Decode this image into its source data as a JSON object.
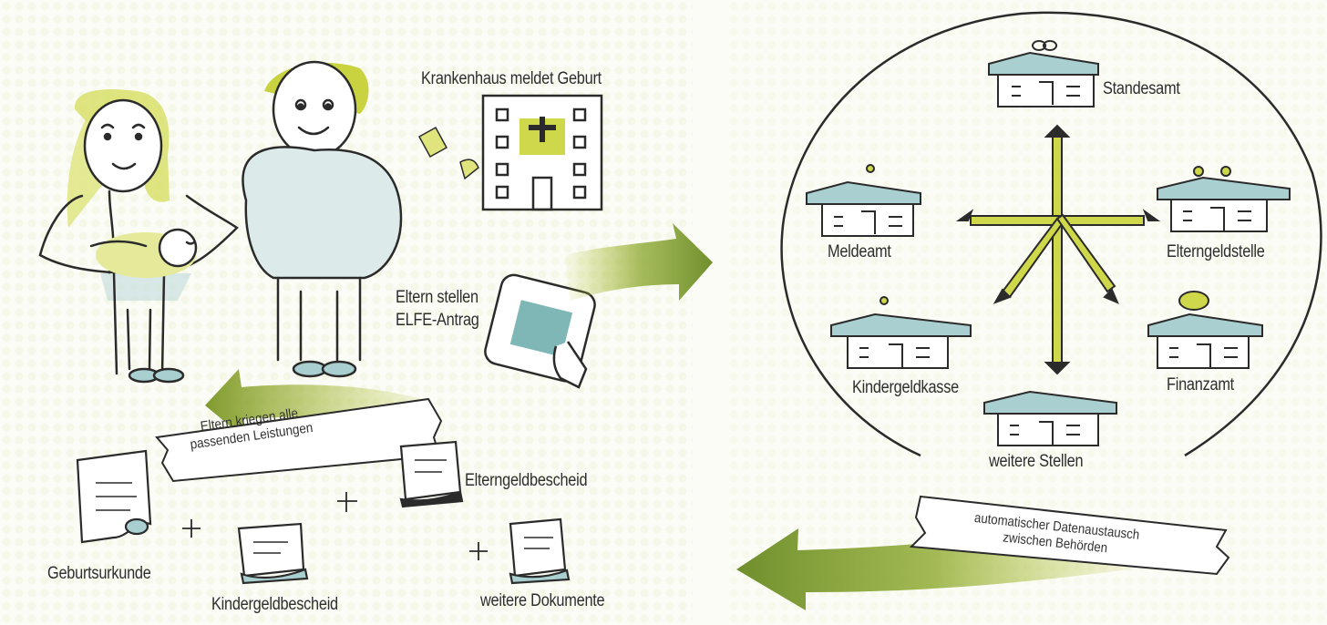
{
  "left": {
    "hospital_label": "Krankenhaus meldet Geburt",
    "parents_app_label_line1": "Eltern stellen",
    "parents_app_label_line2": "ELFE-Antrag",
    "banner_line1": "Eltern kriegen alle",
    "banner_line2": "passenden Leistungen",
    "documents": [
      {
        "label": "Geburtsurkunde"
      },
      {
        "label": "Kindergeldbescheid"
      },
      {
        "label": "Elterngeldbescheid"
      },
      {
        "label": "weitere Dokumente"
      }
    ]
  },
  "right": {
    "offices": [
      {
        "label": "Standesamt"
      },
      {
        "label": "Meldeamt"
      },
      {
        "label": "Elterngeldstelle"
      },
      {
        "label": "Kindergeldkasse"
      },
      {
        "label": "Finanzamt"
      },
      {
        "label": "weitere Stellen"
      }
    ],
    "banner_line1": "automatischer Datenaustausch",
    "banner_line2": "zwischen Behörden"
  },
  "colors": {
    "accent_green": "#b9c62f",
    "arrow_green": "#7f9a2e",
    "teal": "#a9cfd0",
    "ink": "#2b2b2b",
    "background": "#fbfcf6"
  }
}
